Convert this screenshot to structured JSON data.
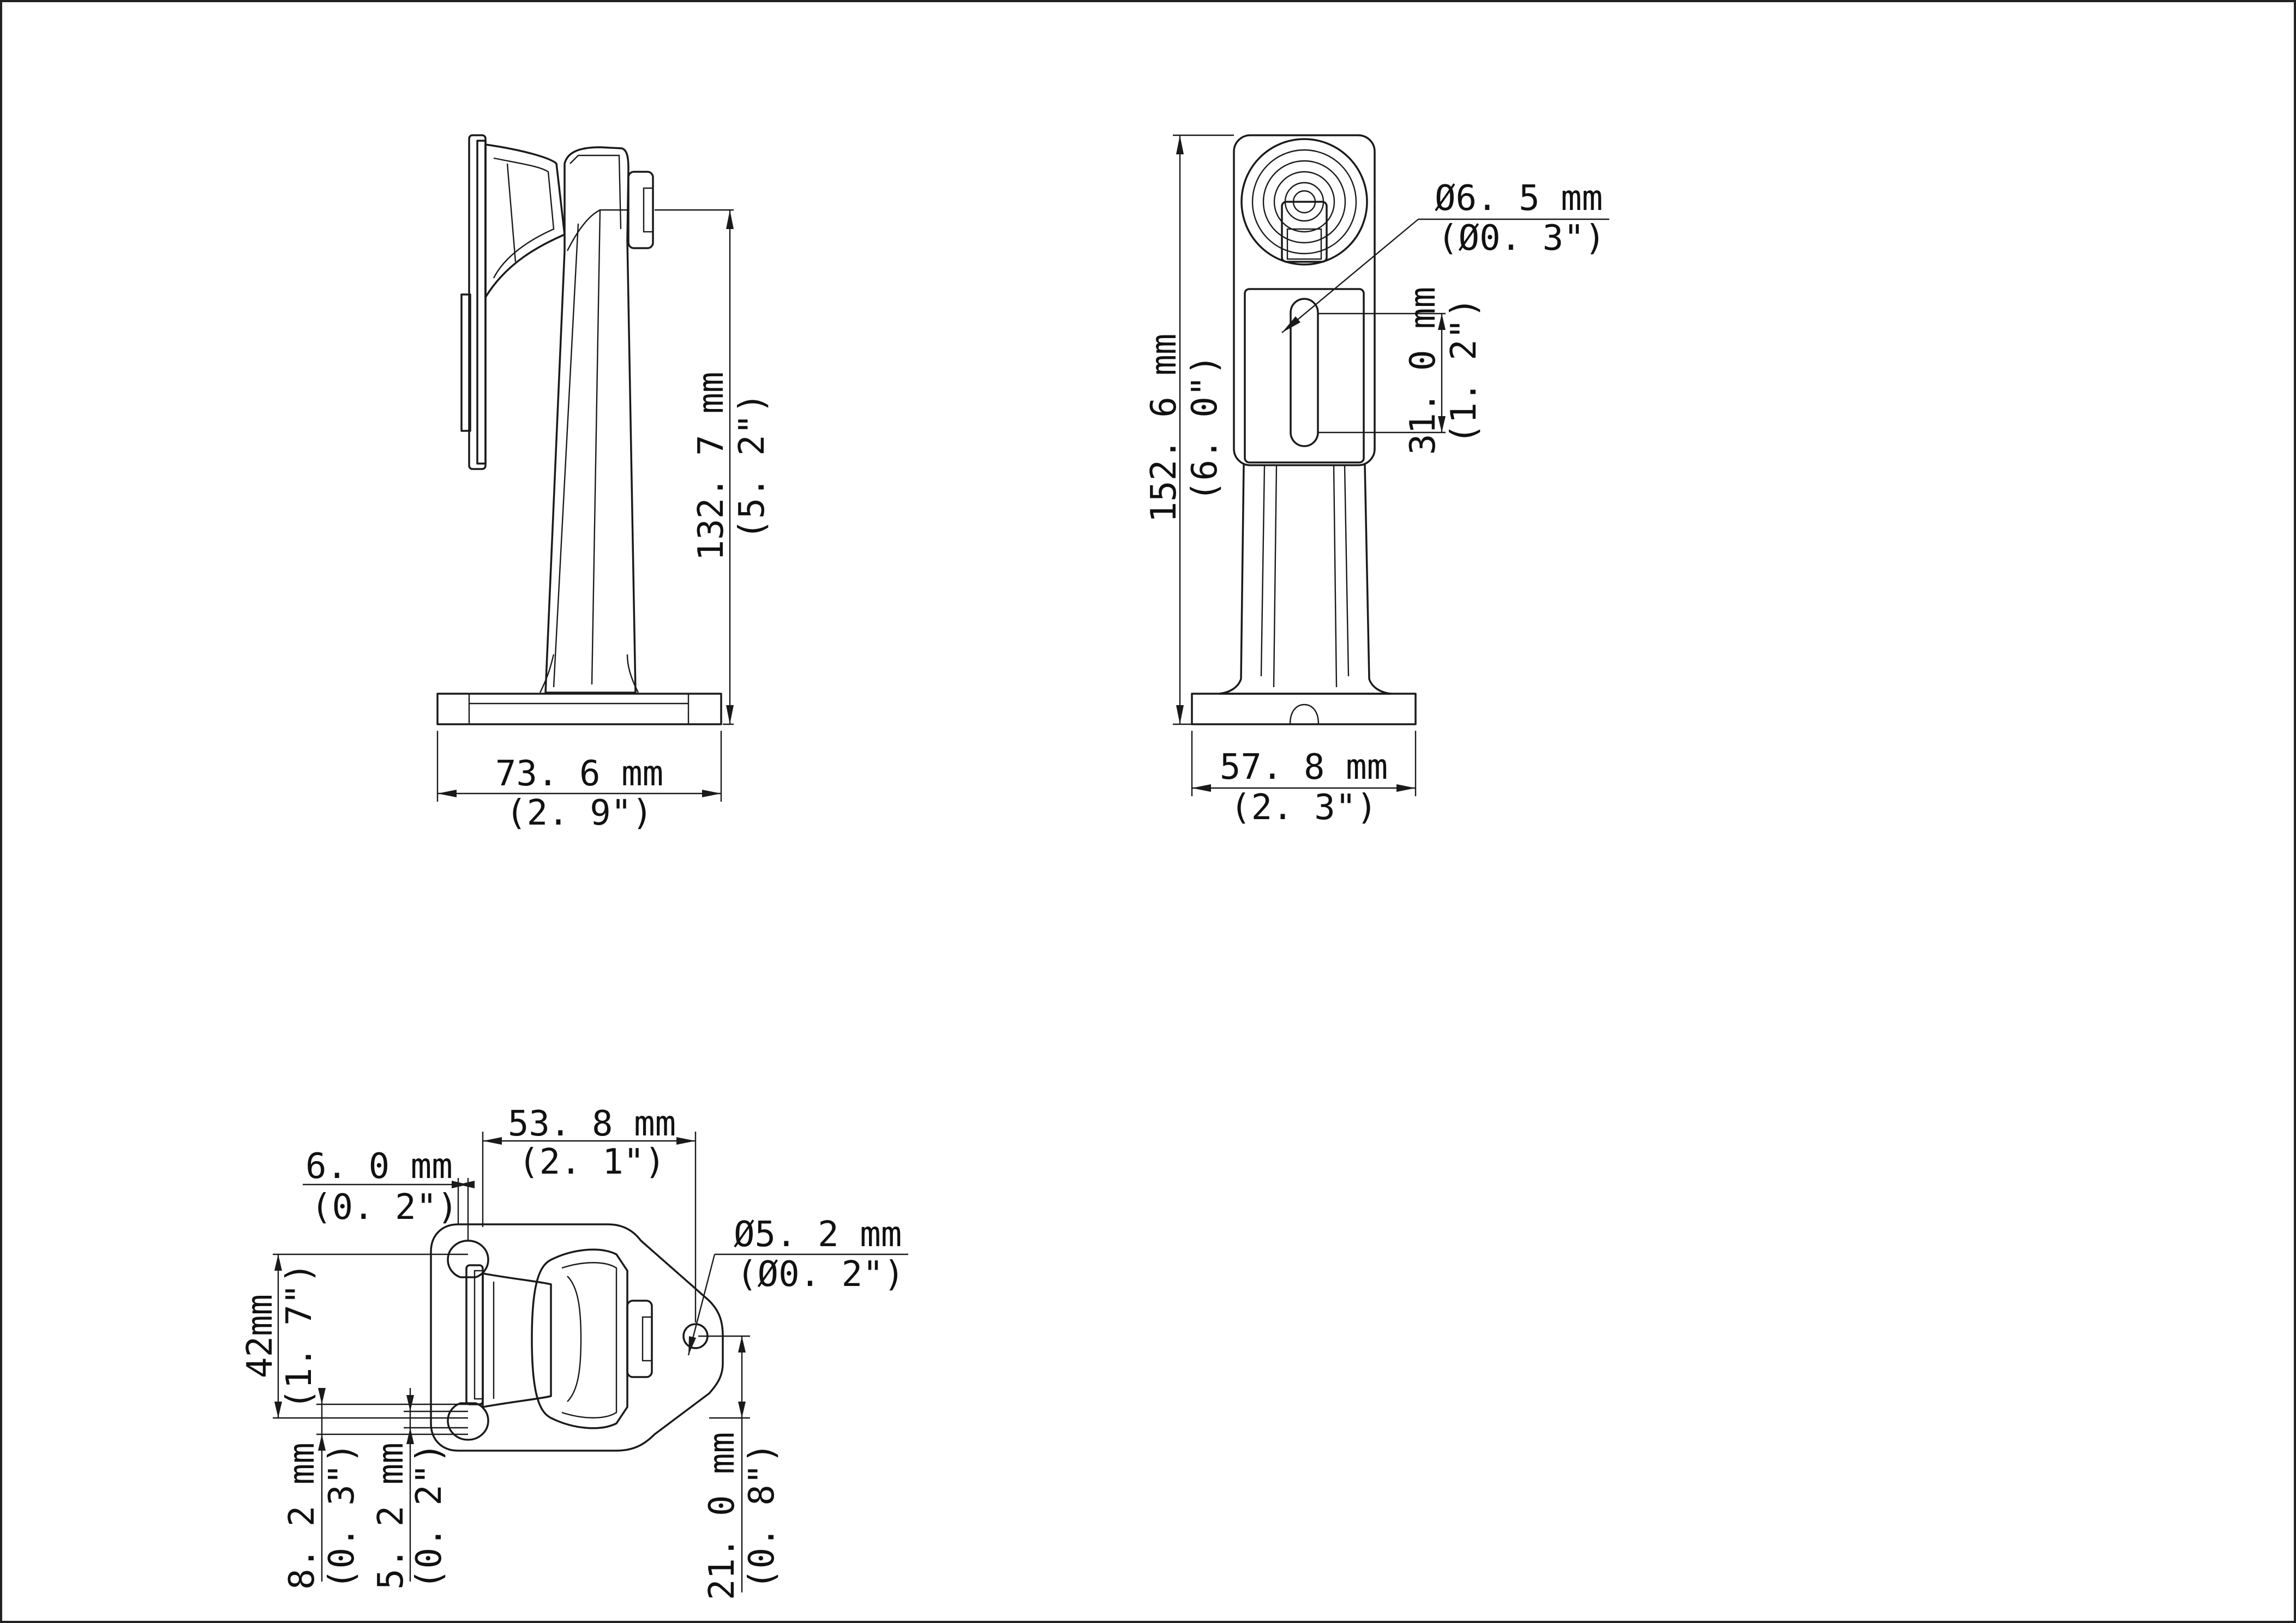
{
  "side_view": {
    "height_mm": "132. 7 mm",
    "height_in": "(5. 2\")",
    "width_mm": "73. 6 mm",
    "width_in": "(2. 9\")"
  },
  "front_view": {
    "hole_dia_mm": "Ø6. 5 mm",
    "hole_dia_in": "(Ø0. 3\")",
    "slot_len_mm": "31. 0 mm",
    "slot_len_in": "(1. 2\")",
    "height_mm": "152. 6 mm",
    "height_in": "(6. 0\")",
    "width_mm": "57. 8 mm",
    "width_in": "(2. 3\")"
  },
  "base_view": {
    "span_mm": "53. 8 mm",
    "span_in": "(2. 1\")",
    "offset_mm": "6. 0 mm",
    "offset_in": "(0. 2\")",
    "hole_dia_mm": "Ø5. 2 mm",
    "hole_dia_in": "(Ø0. 2\")",
    "height_mm": "42mm",
    "height_in": "(1. 7\")",
    "slot_a_mm": "8. 2 mm",
    "slot_a_in": "(0. 3\")",
    "slot_b_mm": "5. 2 mm",
    "slot_b_in": "(0. 2\")",
    "hole_off_mm": "21. 0 mm",
    "hole_off_in": "(0. 8\")"
  }
}
